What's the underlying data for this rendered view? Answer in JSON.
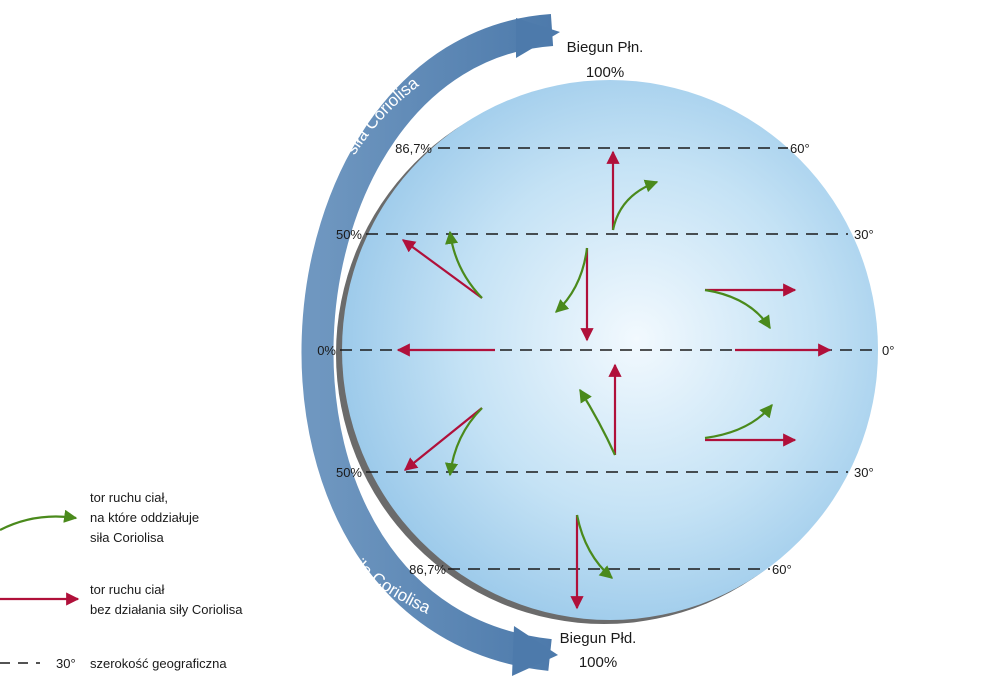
{
  "poles": {
    "north": {
      "name": "Biegun Płn.",
      "percent": "100%"
    },
    "south": {
      "name": "Biegun Płd.",
      "percent": "100%"
    }
  },
  "coriolis_label": "siła Coriolisa",
  "lines": [
    {
      "left": "86,7%",
      "right": "60°"
    },
    {
      "left": "50%",
      "right": "30°"
    },
    {
      "left": "0%",
      "right": "0°"
    },
    {
      "left": "50%",
      "right": "30°"
    },
    {
      "left": "86,7%",
      "right": "60°"
    }
  ],
  "legend": {
    "green_lines": [
      "tor ruchu ciał,",
      "na które oddziałuje",
      "siła Coriolisa"
    ],
    "red_lines": [
      "tor ruchu ciał",
      "bez działania siły Coriolisa"
    ],
    "dash_value": "30°",
    "dash_text": "szerokość geograficzna"
  },
  "colors": {
    "red": "#b0103a",
    "green": "#4a8a1c",
    "globe_light": "#eef7fd",
    "globe_dark": "#9ccbea",
    "band_light": "#7fa3c6",
    "band_dark": "#4a78a8"
  }
}
